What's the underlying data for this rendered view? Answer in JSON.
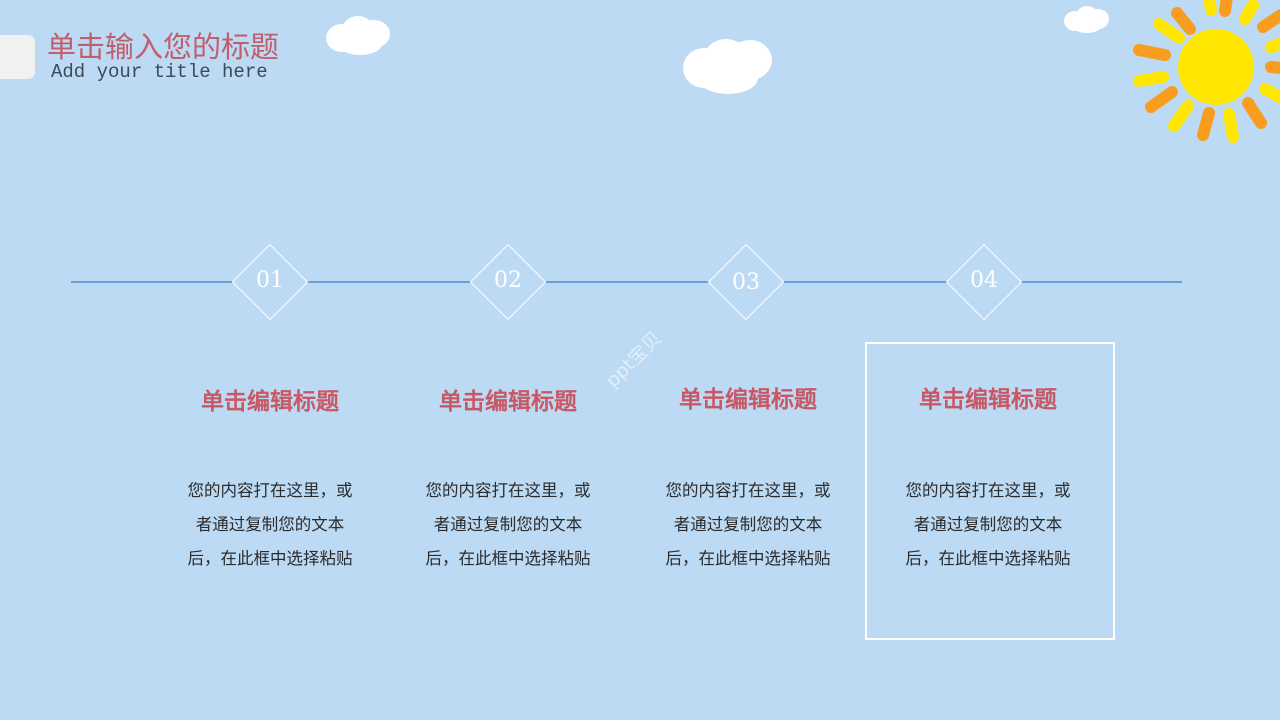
{
  "header": {
    "title_cn": "单击输入您的标题",
    "title_en": "Add your title here"
  },
  "decor": {
    "background_color": "#bddaf4",
    "accent_color": "#c85864",
    "line_color": "#6b9fd8",
    "watermark": "ppt宝贝",
    "icons": [
      "cloud-icon",
      "cloud-icon",
      "cloud-icon",
      "sun-icon"
    ]
  },
  "timeline": {
    "steps": [
      {
        "number": "01",
        "title": "单击编辑标题",
        "body": "您的内容打在这里，或者通过复制您的文本后，在此框中选择粘贴"
      },
      {
        "number": "02",
        "title": "单击编辑标题",
        "body": "您的内容打在这里，或者通过复制您的文本后，在此框中选择粘贴"
      },
      {
        "number": "03",
        "title": "单击编辑标题",
        "body": "您的内容打在这里，或者通过复制您的文本后，在此框中选择粘贴"
      },
      {
        "number": "04",
        "title": "单击编辑标题",
        "body": "您的内容打在这里，或者通过复制您的文本后，在此框中选择粘贴",
        "highlighted": true
      }
    ]
  }
}
